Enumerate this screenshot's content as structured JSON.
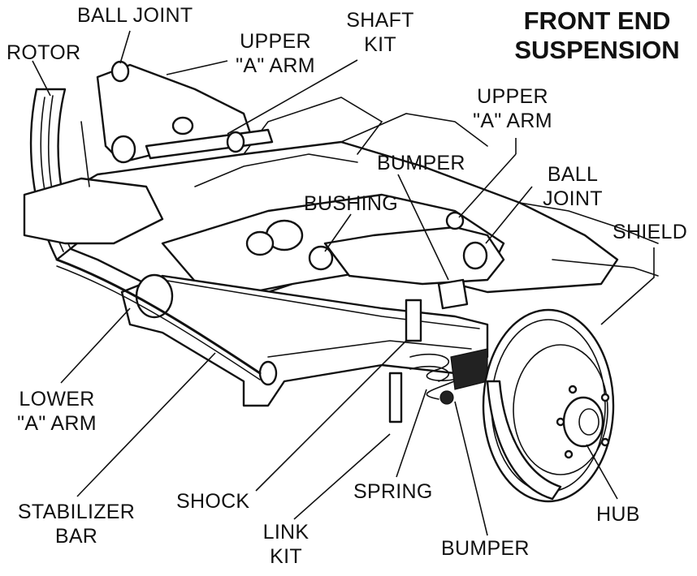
{
  "title": {
    "line1": "FRONT END",
    "line2": "SUSPENSION"
  },
  "labels": {
    "ball_joint_left": "BALL JOINT",
    "rotor": "ROTOR",
    "upper_a_arm_left": {
      "line1": "UPPER",
      "line2": "\"A\" ARM"
    },
    "shaft_kit": {
      "line1": "SHAFT",
      "line2": "KIT"
    },
    "upper_a_arm_right": {
      "line1": "UPPER",
      "line2": "\"A\" ARM"
    },
    "bumper_upper": "BUMPER",
    "ball_joint_right": {
      "line1": "BALL",
      "line2": "JOINT"
    },
    "bushing": "BUSHING",
    "shield": "SHIELD",
    "lower_a_arm": {
      "line1": "LOWER",
      "line2": "\"A\" ARM"
    },
    "stabilizer_bar": {
      "line1": "STABILIZER",
      "line2": "BAR"
    },
    "shock": "SHOCK",
    "spring": "SPRING",
    "link_kit": {
      "line1": "LINK",
      "line2": "KIT"
    },
    "hub": "HUB",
    "bumper_lower": "BUMPER"
  }
}
